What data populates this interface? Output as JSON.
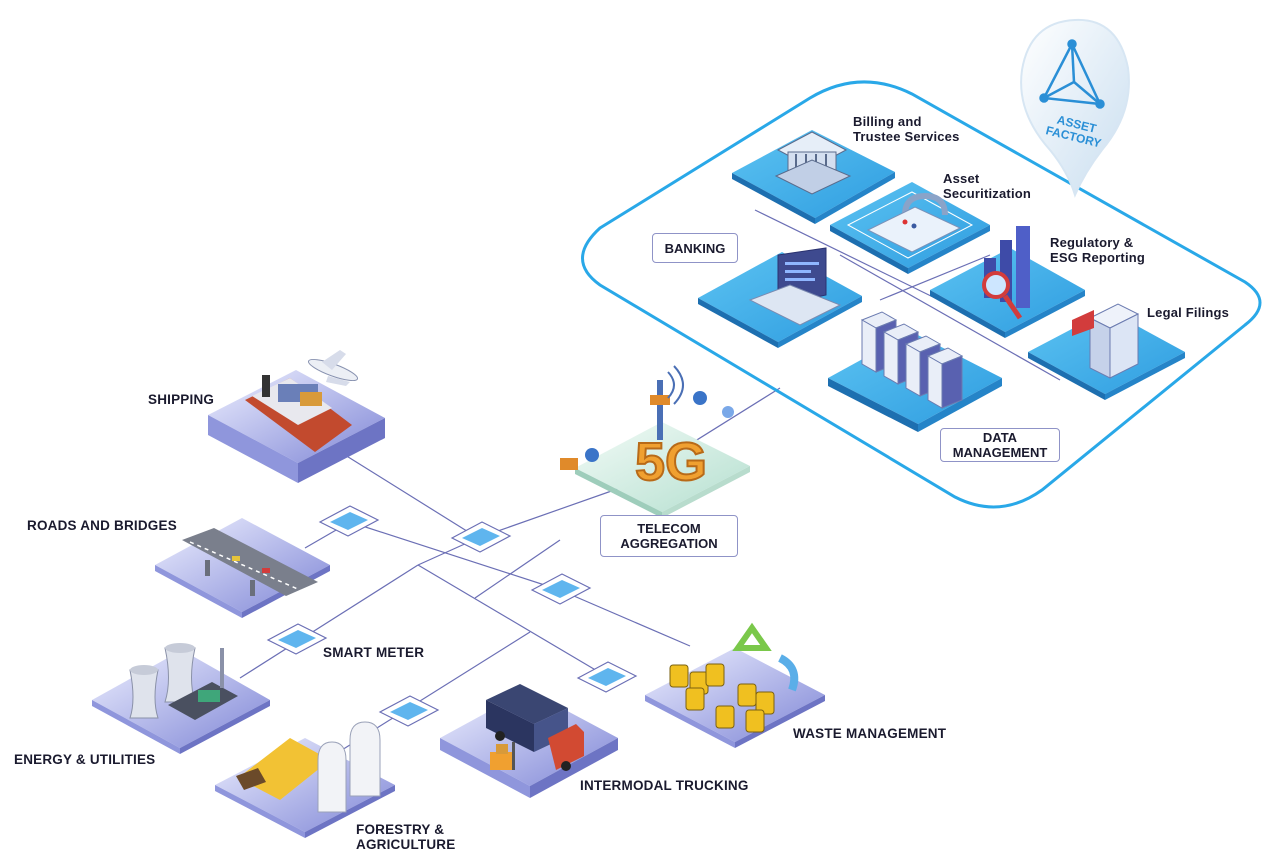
{
  "brand": {
    "pin_label": "ASSET\nFACTORY",
    "accent_color": "#29a8e8",
    "network_color": "#6b6fb5"
  },
  "asset_factory_group": {
    "banking_label": "BANKING",
    "data_management_label": "DATA\nMANAGEMENT",
    "billing_label": "Billing and\nTrustee Services",
    "securitization_label": "Asset\nSecuritization",
    "regulatory_label": "Regulatory &\nESG Reporting",
    "legal_label": "Legal Filings"
  },
  "hub": {
    "label": "TELECOM\nAGGREGATION",
    "sign_text": "5G"
  },
  "sectors": {
    "shipping": "SHIPPING",
    "roads": "ROADS AND BRIDGES",
    "smart_meter": "SMART METER",
    "energy": "ENERGY & UTILITIES",
    "forestry": "FORESTRY &\nAGRICULTURE",
    "trucking": "INTERMODAL TRUCKING",
    "waste": "WASTE MANAGEMENT"
  },
  "icons": [
    "bank-icon",
    "lock-icon",
    "laptop-icon",
    "bar-chart-icon",
    "magnifier-icon",
    "file-cabinet-icon",
    "server-icon",
    "cell-tower-icon",
    "ship-icon",
    "airplane-icon",
    "bridge-icon",
    "power-plant-icon",
    "silo-icon",
    "truck-icon",
    "forklift-icon",
    "barrel-icon",
    "recycle-icon",
    "meter-icon"
  ]
}
